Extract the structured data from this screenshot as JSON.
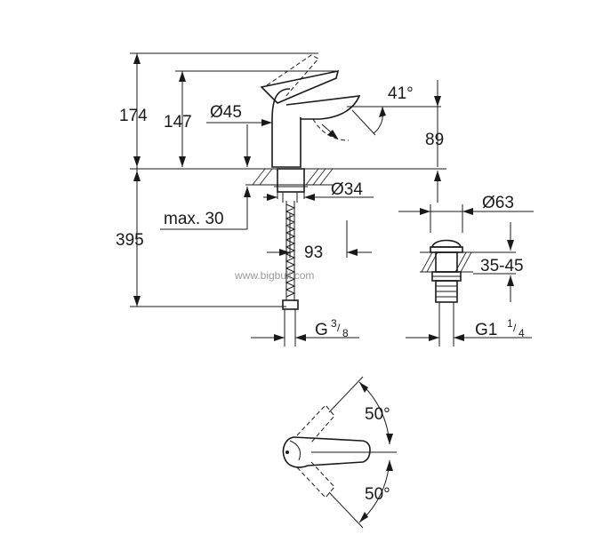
{
  "dimensions": {
    "height_total": "174",
    "height_spout": "147",
    "diameter_body": "Ø45",
    "lever_angle": "41°",
    "spout_height": "89",
    "hole_diameter": "Ø34",
    "max_thickness": "max. 30",
    "depth_below": "395",
    "reach": "93",
    "waste_diameter": "Ø63",
    "waste_range": "35-45",
    "connection_hose": "G",
    "connection_hose_num": "3",
    "connection_hose_den": "8",
    "connection_waste": "G1",
    "connection_waste_num": "1",
    "connection_waste_den": "4",
    "rotation_top": "50°",
    "rotation_bottom": "50°"
  },
  "watermark": "www.bigbuil.com"
}
